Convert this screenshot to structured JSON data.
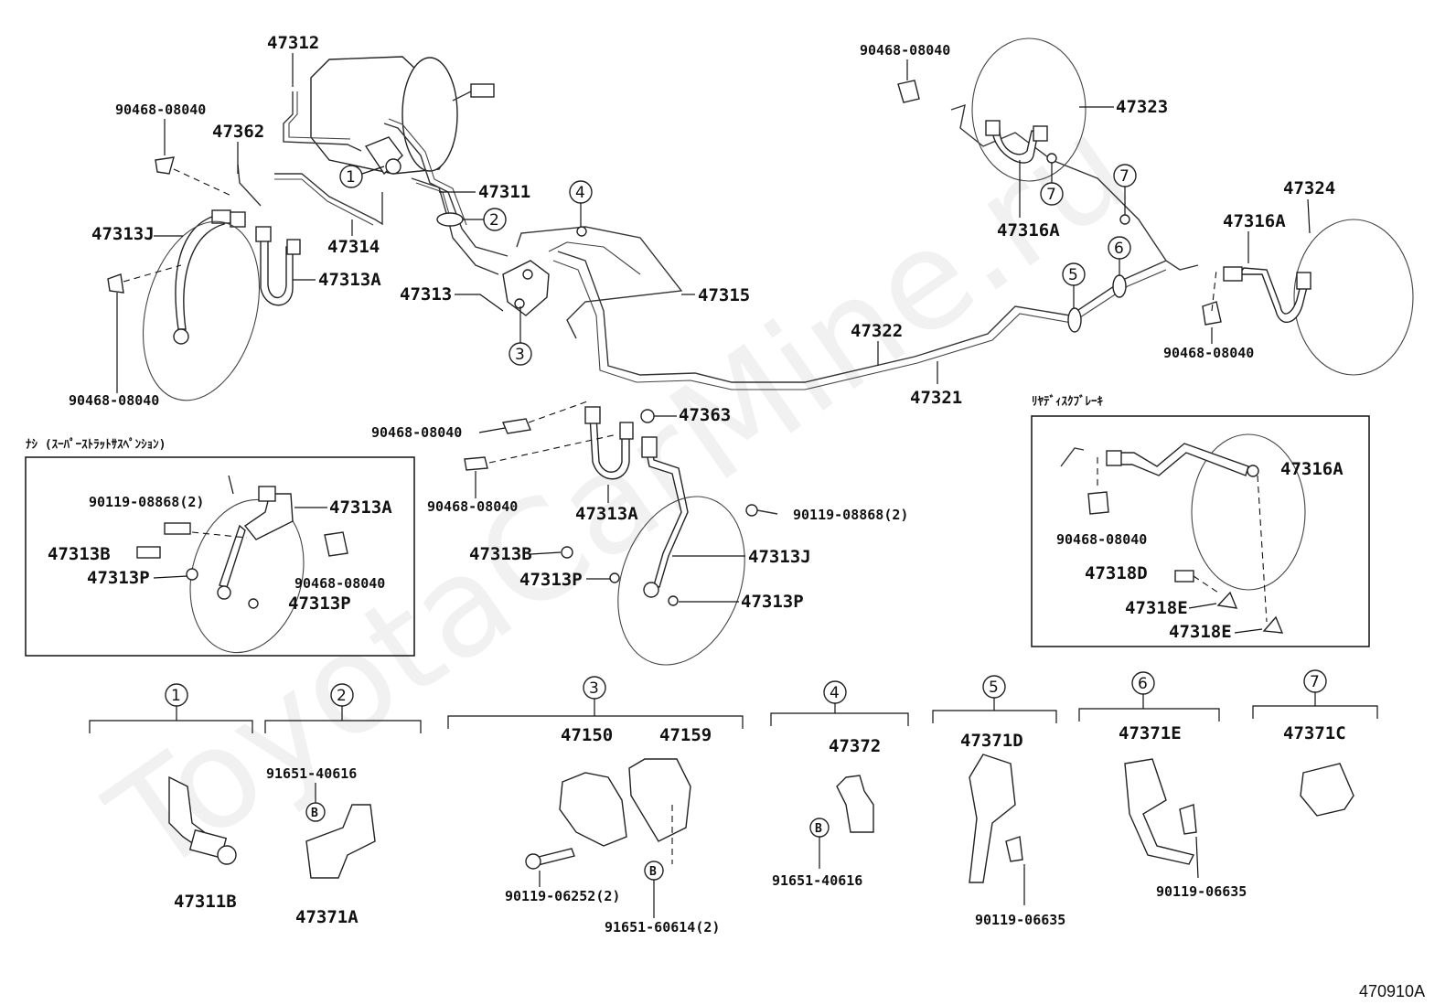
{
  "watermark": "ToyotaCarMine.ru",
  "diagram_code": "470910A",
  "labels": {
    "l47312": "47312",
    "l90468_a": "90468-08040",
    "l47362": "47362",
    "l47311": "47311",
    "l47313J_a": "47313J",
    "l47313A_a": "47313A",
    "l47314": "47314",
    "l90468_b": "90468-08040",
    "l47313": "47313",
    "l47315": "47315",
    "l90468_top": "90468-08040",
    "l47323": "47323",
    "l47316A_a": "47316A",
    "l47324": "47324",
    "l47316A_b": "47316A",
    "l90468_r": "90468-08040",
    "l47322": "47322",
    "l47321": "47321",
    "l47363": "47363",
    "l90468_c": "90468-08040",
    "l90468_d": "90468-08040",
    "l47313A_b": "47313A",
    "l90119_a": "90119-08868(2)",
    "l47313B_a": "47313B",
    "l47313J_b": "47313J",
    "l47313P_a": "47313P",
    "l47313P_b": "47313P"
  },
  "box_left": {
    "title": "ﾅｼ (ｽｰﾊﾟｰｽﾄﾗｯﾄｻｽﾍﾟﾝｼｮﾝ)",
    "l90119": "90119-08868(2)",
    "l47313A": "47313A",
    "l47313B": "47313B",
    "l47313P_a": "47313P",
    "l90468": "90468-08040",
    "l47313P_b": "47313P"
  },
  "box_right": {
    "title": "ﾘﾔﾃﾞｨｽｸﾌﾞﾚｰｷ",
    "l47316A": "47316A",
    "l90468": "90468-08040",
    "l47318D": "47318D",
    "l47318E_a": "47318E",
    "l47318E_b": "47318E"
  },
  "callouts": {
    "c1": "1",
    "c2": "2",
    "c3": "3",
    "c4": "4",
    "c5": "5",
    "c6": "6",
    "c7a": "7",
    "c7b": "7"
  },
  "groups": {
    "g1": {
      "num": "1",
      "part": "47311B"
    },
    "g2": {
      "num": "2",
      "part_a": "91651-40616",
      "bolt": "B",
      "part_b": "47371A"
    },
    "g3": {
      "num": "3",
      "part_a": "47150",
      "part_b": "47159",
      "bolt_a": "90119-06252(2)",
      "bolt": "B",
      "part_c": "91651-60614(2)"
    },
    "g4": {
      "num": "4",
      "part_a": "47372",
      "bolt": "B",
      "part_b": "91651-40616"
    },
    "g5": {
      "num": "5",
      "part_a": "47371D",
      "part_b": "90119-06635"
    },
    "g6": {
      "num": "6",
      "part_a": "47371E",
      "part_b": "90119-06635"
    },
    "g7": {
      "num": "7",
      "part_a": "47371C"
    }
  }
}
